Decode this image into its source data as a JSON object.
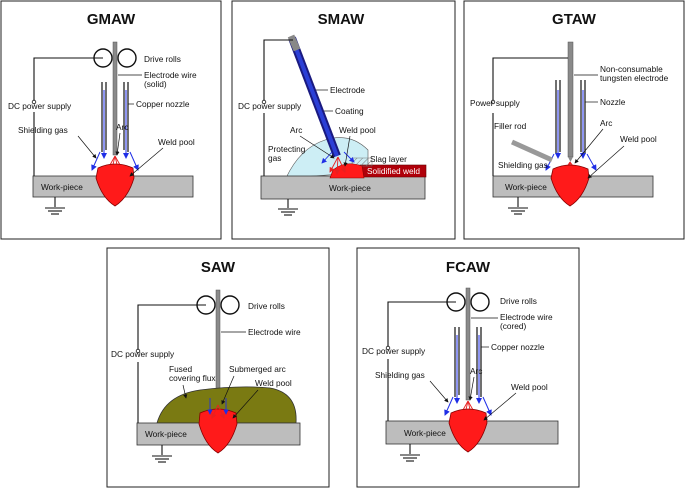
{
  "panels": {
    "gmaw": {
      "title": "GMAW",
      "drive_rolls": "Drive rolls",
      "electrode_1": "Electrode wire",
      "electrode_2": "(solid)",
      "nozzle": "Copper nozzle",
      "power": "DC power supply",
      "shielding": "Shielding gas",
      "arc": "Arc",
      "pool": "Weld pool",
      "workpiece": "Work-piece"
    },
    "smaw": {
      "title": "SMAW",
      "electrode": "Electrode",
      "coating": "Coating",
      "power": "DC power supply",
      "arc": "Arc",
      "pool": "Weld pool",
      "gas_1": "Protecting",
      "gas_2": "gas",
      "slag": "Slag layer",
      "solidified": "Solidified weld",
      "workpiece": "Work-piece"
    },
    "gtaw": {
      "title": "GTAW",
      "electrode_1": "Non-consumable",
      "electrode_2": "tungsten electrode",
      "nozzle": "Nozzle",
      "power": "Power supply",
      "filler": "Filler rod",
      "arc": "Arc",
      "pool": "Weld pool",
      "shielding": "Shielding gas",
      "workpiece": "Work-piece"
    },
    "saw": {
      "title": "SAW",
      "drive_rolls": "Drive rolls",
      "electrode": "Electrode wire",
      "power": "DC power supply",
      "flux_1": "Fused",
      "flux_2": "covering flux",
      "arc": "Submerged arc",
      "pool": "Weld pool",
      "workpiece": "Work-piece"
    },
    "fcaw": {
      "title": "FCAW",
      "drive_rolls": "Drive rolls",
      "electrode_1": "Electrode wire",
      "electrode_2": "(cored)",
      "nozzle": "Copper nozzle",
      "power": "DC power supply",
      "shielding": "Shielding gas",
      "arc": "Arc",
      "pool": "Weld pool",
      "workpiece": "Work-piece"
    }
  },
  "colors": {
    "weld_pool": "#ff1a1a",
    "workpiece": "#bdbdbd",
    "electrode": "#8a8a8a",
    "smaw_core": "#2b3fd6",
    "smaw_coating": "#1a1a80",
    "gas": "#cdeef5",
    "flux": "#7a7a12",
    "solidified": "#b0000a",
    "arrow_blue": "#1f2ee6",
    "arrow_red": "#e82020"
  }
}
